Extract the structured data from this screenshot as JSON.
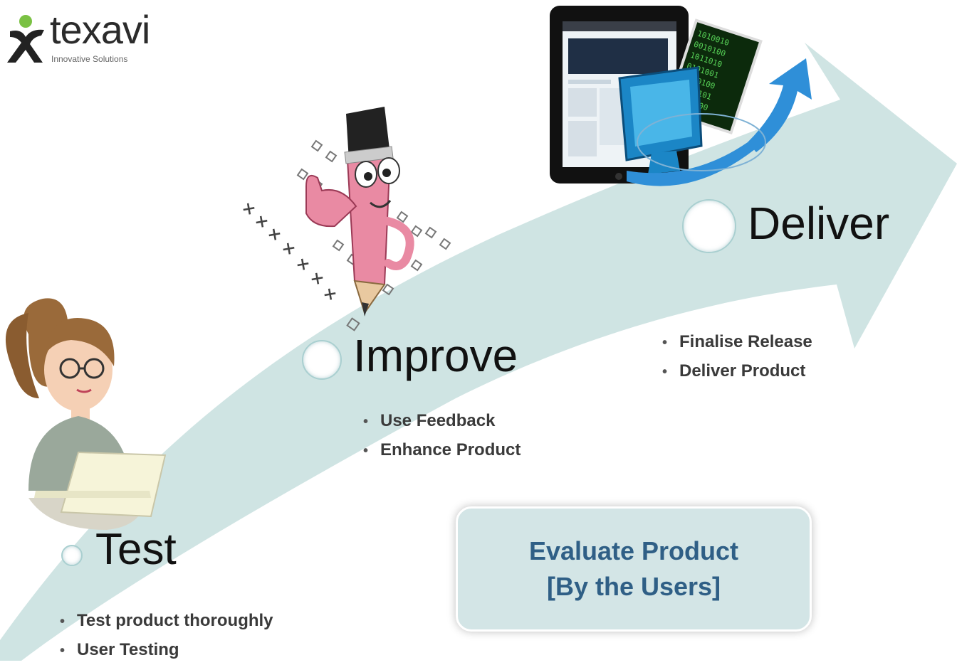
{
  "logo": {
    "name": "texavi",
    "tagline": "Innovative Solutions"
  },
  "colors": {
    "arrow": "#cfe4e3",
    "title_text": "#111111",
    "bullet_text": "#3a3a3a",
    "eval_text": "#2f5f86",
    "eval_bg": "#d3e5e6",
    "logo_accent": "#7ac143"
  },
  "stages": {
    "test": {
      "title": "Test",
      "bullets": [
        "Test product thoroughly",
        "User Testing"
      ]
    },
    "improve": {
      "title": "Improve",
      "bullets": [
        "Use Feedback",
        "Enhance Product"
      ]
    },
    "deliver": {
      "title": "Deliver",
      "bullets": [
        "Finalise Release",
        "Deliver Product"
      ]
    }
  },
  "evaluate": {
    "line1": "Evaluate Product",
    "line2": "[By the Users]"
  },
  "illustrations": [
    "woman-laptop-illustration",
    "pencil-mascot-checklist-illustration",
    "tablet-monitor-arrow-illustration"
  ]
}
